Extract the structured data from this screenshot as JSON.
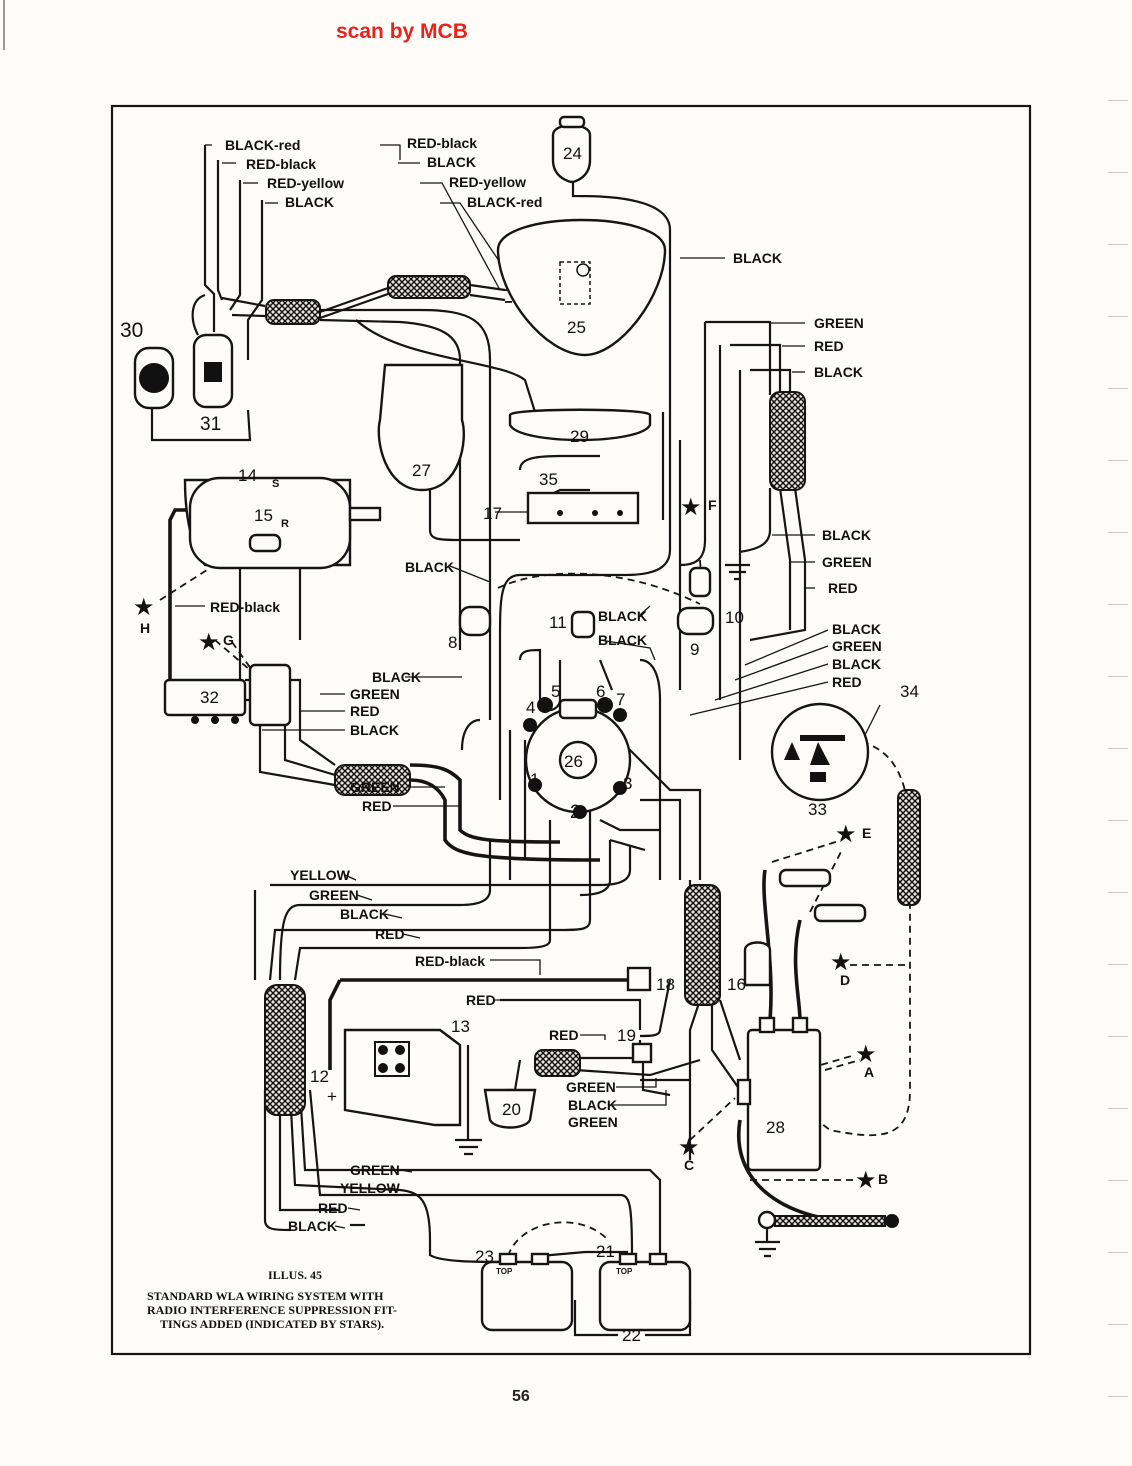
{
  "header": {
    "scan_credit": "scan by MCB"
  },
  "caption": {
    "illus": "ILLUS. 45",
    "lines": [
      "STANDARD WLA WIRING SYSTEM WITH",
      "RADIO INTERFERENCE SUPPRESSION FIT-",
      "TINGS ADDED (INDICATED BY STARS)."
    ]
  },
  "footer": {
    "page_number": "56"
  },
  "wire_labels": {
    "top_left": [
      "BLACK-red",
      "RED-black",
      "RED-yellow",
      "BLACK"
    ],
    "top_center": [
      "RED-black",
      "BLACK",
      "RED-yellow",
      "BLACK-red"
    ],
    "headlamp_feed": "BLACK",
    "right_upper": [
      "GREEN",
      "RED",
      "BLACK"
    ],
    "right_middle": [
      "BLACK",
      "GREEN",
      "RED"
    ],
    "right_lower": [
      "BLACK",
      "GREEN",
      "BLACK",
      "RED"
    ],
    "generator_feed": "RED-black",
    "left_dashed": "BLACK",
    "switch_feeds": [
      "BLACK",
      "BLACK"
    ],
    "regulator_bundle": [
      "BLACK",
      "GREEN",
      "RED",
      "BLACK"
    ],
    "loom_lower": [
      "GREEN",
      "RED"
    ],
    "rear_bundle": [
      "YELLOW",
      "GREEN",
      "BLACK",
      "RED"
    ],
    "relay_feed": "RED-black",
    "relay_red": "RED",
    "stop_switch_red": "RED",
    "stop_switch_bundle": [
      "GREEN",
      "BLACK",
      "GREEN"
    ],
    "tail_bundle": [
      "GREEN",
      "YELLOW",
      "RED",
      "BLACK"
    ]
  },
  "part_numbers": [
    "8",
    "9",
    "10",
    "11",
    "12",
    "13",
    "14",
    "15",
    "16",
    "17",
    "18",
    "19",
    "20",
    "21",
    "22",
    "23",
    "24",
    "25",
    "26",
    "27",
    "28",
    "29",
    "30",
    "31",
    "32",
    "33",
    "34",
    "35",
    "1",
    "2",
    "3",
    "4",
    "5",
    "6",
    "7"
  ],
  "terminal_marks": {
    "s": "S",
    "r": "R",
    "plus": "+",
    "top_left": "TOP",
    "top_right": "TOP"
  },
  "stars": [
    "A",
    "B",
    "C",
    "D",
    "E",
    "F",
    "G",
    "H"
  ]
}
